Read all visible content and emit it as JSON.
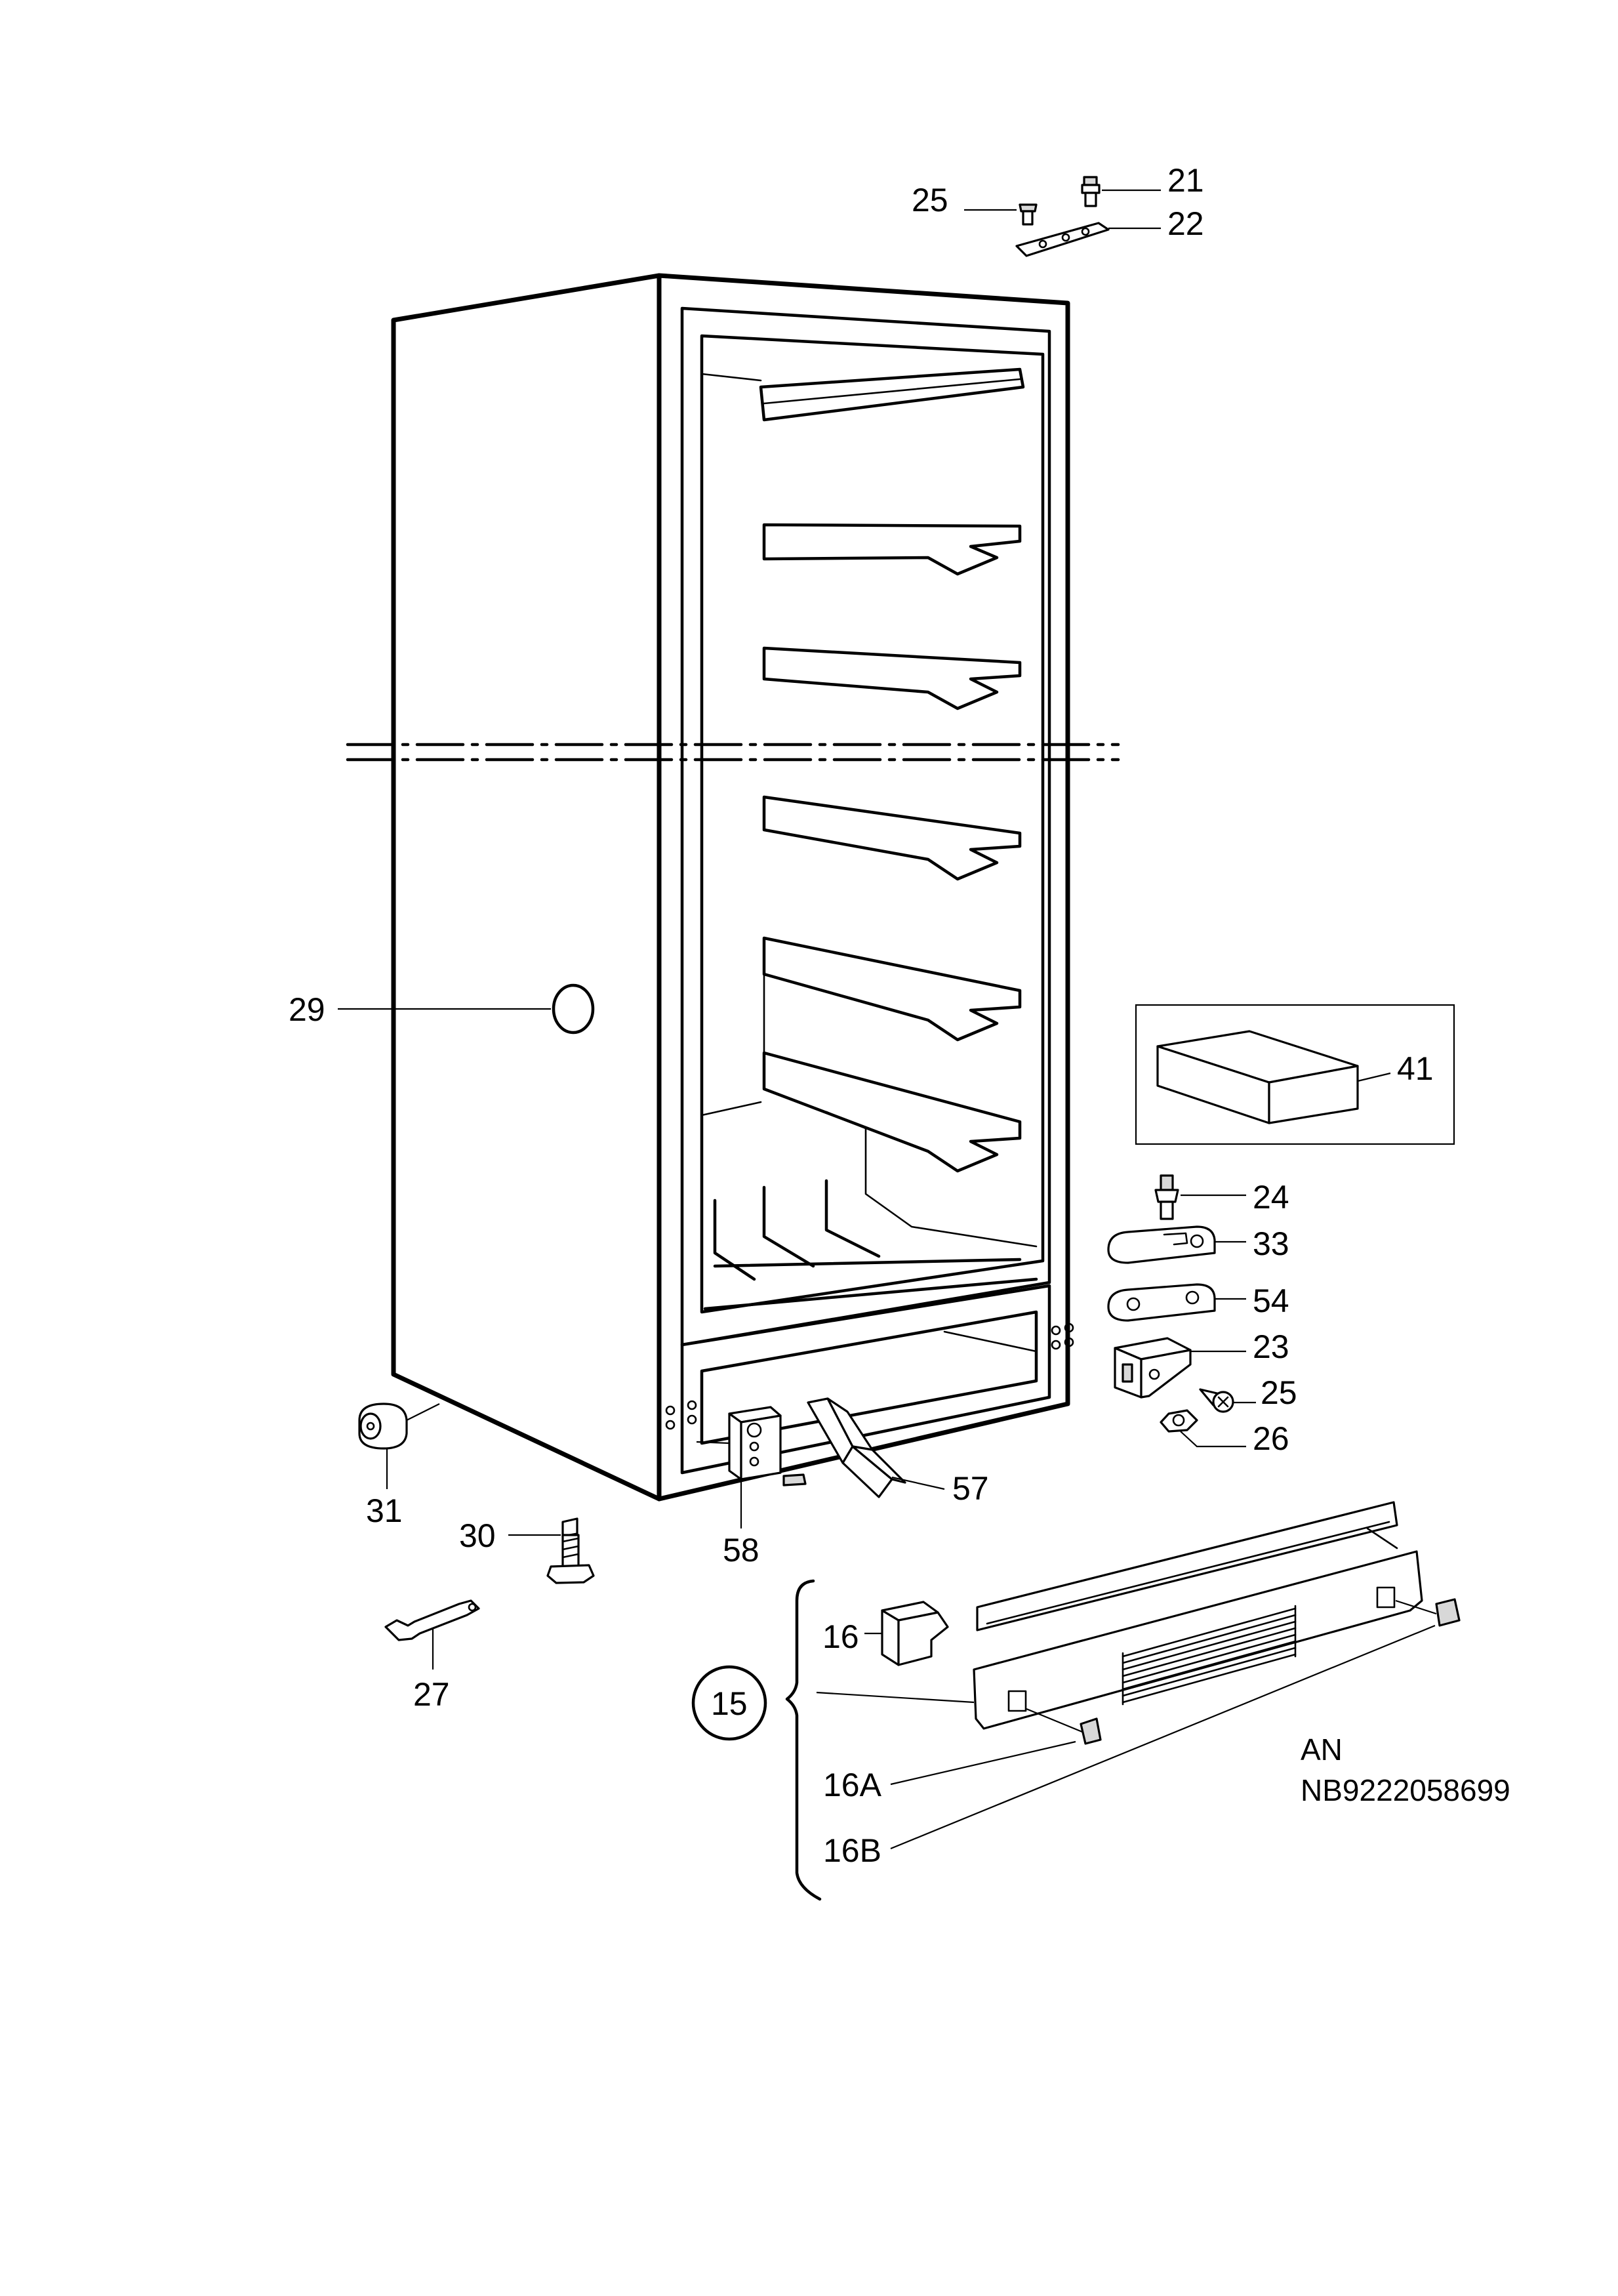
{
  "callouts": {
    "c21": "21",
    "c22": "22",
    "c25_top": "25",
    "c29": "29",
    "c41": "41",
    "c24": "24",
    "c33": "33",
    "c54": "54",
    "c23": "23",
    "c25_mid": "25",
    "c26": "26",
    "c31": "31",
    "c57": "57",
    "c30": "30",
    "c58": "58",
    "c16": "16",
    "c15": "15",
    "c16a": "16A",
    "c16b": "16B",
    "c27": "27"
  },
  "doc_code": {
    "line1": "AN",
    "line2": "NB9222058699"
  }
}
